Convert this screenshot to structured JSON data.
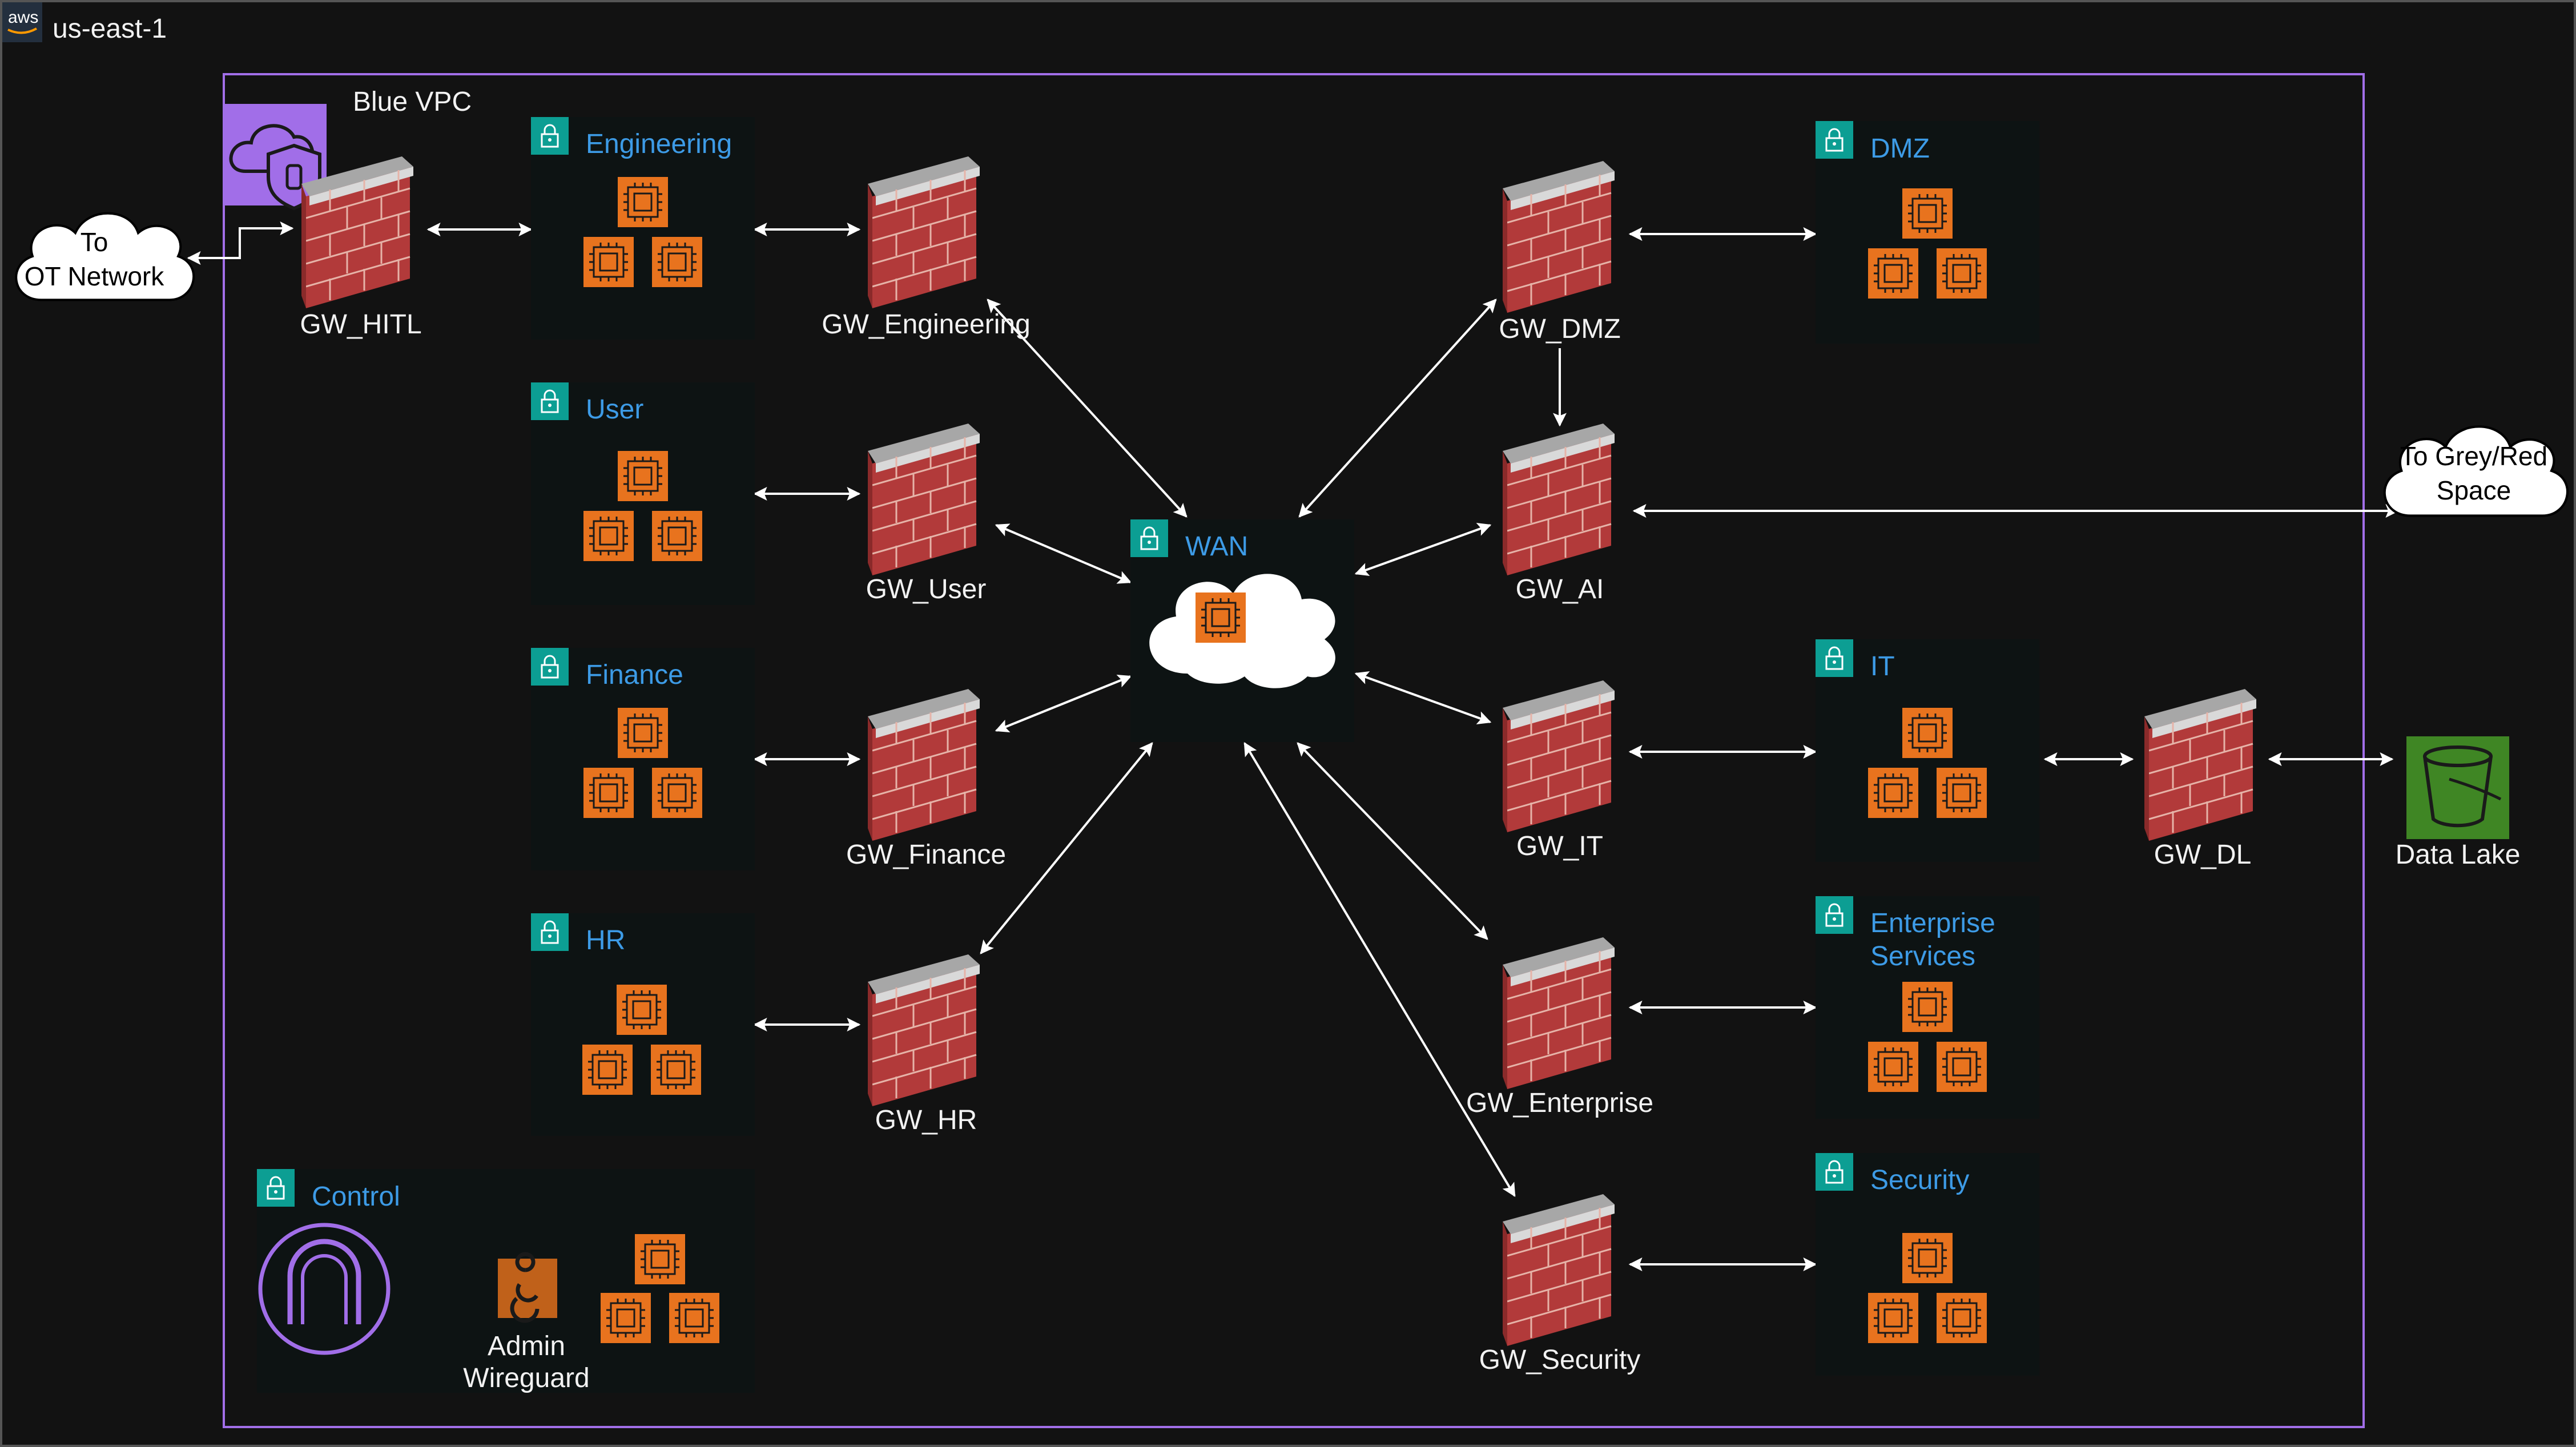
{
  "region": {
    "label": "us-east-1",
    "logo_text": "aws",
    "icon": "aws-logo-icon"
  },
  "vpc": {
    "label": "Blue VPC",
    "icon": "vpc-shield-icon",
    "color": "#a16ee8"
  },
  "external": {
    "ot": {
      "line1": "To",
      "line2": "OT Network"
    },
    "grey": {
      "line1": "To Grey/Red",
      "line2": "Space"
    }
  },
  "zones": {
    "engineering": {
      "title": "Engineering"
    },
    "user": {
      "title": "User"
    },
    "finance": {
      "title": "Finance"
    },
    "hr": {
      "title": "HR"
    },
    "control": {
      "title": "Control"
    },
    "wan": {
      "title": "WAN"
    },
    "dmz": {
      "title": "DMZ"
    },
    "it": {
      "title": "IT"
    },
    "enterprise": {
      "title_line1": "Enterprise",
      "title_line2": "Services"
    },
    "security": {
      "title": "Security"
    }
  },
  "gateways": {
    "hitl": "GW_HITL",
    "engineering": "GW_Engineering",
    "user": "GW_User",
    "finance": "GW_Finance",
    "hr": "GW_HR",
    "dmz": "GW_DMZ",
    "ai": "GW_AI",
    "it": "GW_IT",
    "enterprise": "GW_Enterprise",
    "security": "GW_Security",
    "dl": "GW_DL"
  },
  "control": {
    "wireguard_line1": "Admin",
    "wireguard_line2": "Wireguard"
  },
  "data_lake": {
    "label": "Data Lake",
    "icon": "s3-bucket-icon",
    "color": "#3f8624"
  },
  "colors": {
    "accent_orange": "#e8731e",
    "zone_title_blue": "#3d9be6",
    "lock_teal": "#0c9e93",
    "firewall_brick": "#b23a3a",
    "zone_fill": "#0d1313"
  }
}
